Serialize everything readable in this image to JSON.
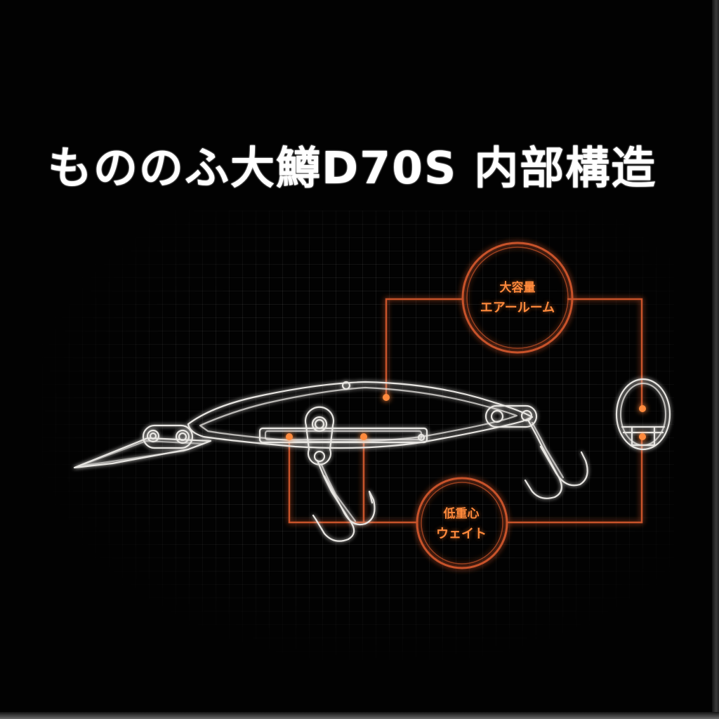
{
  "title": "もののふ大鱒D70S 内部構造",
  "colors": {
    "background": "#020202",
    "outline": "#e8e6e2",
    "accent": "#ff8a3c",
    "callout_line": "#c8532a"
  },
  "callouts": [
    {
      "id": "air-room",
      "line1": "大容量",
      "line2": "エアールーム"
    },
    {
      "id": "low-center-weight",
      "line1": "低重心",
      "line2": "ウェイト"
    }
  ],
  "diagram": {
    "subject": "fishing-lure-cutaway",
    "parts": [
      "lip",
      "line-eye",
      "body-shell",
      "belly-hook-eye",
      "tail-hook-eye",
      "front-treble-hook",
      "rear-treble-hook",
      "weight-chamber",
      "cross-section"
    ]
  }
}
